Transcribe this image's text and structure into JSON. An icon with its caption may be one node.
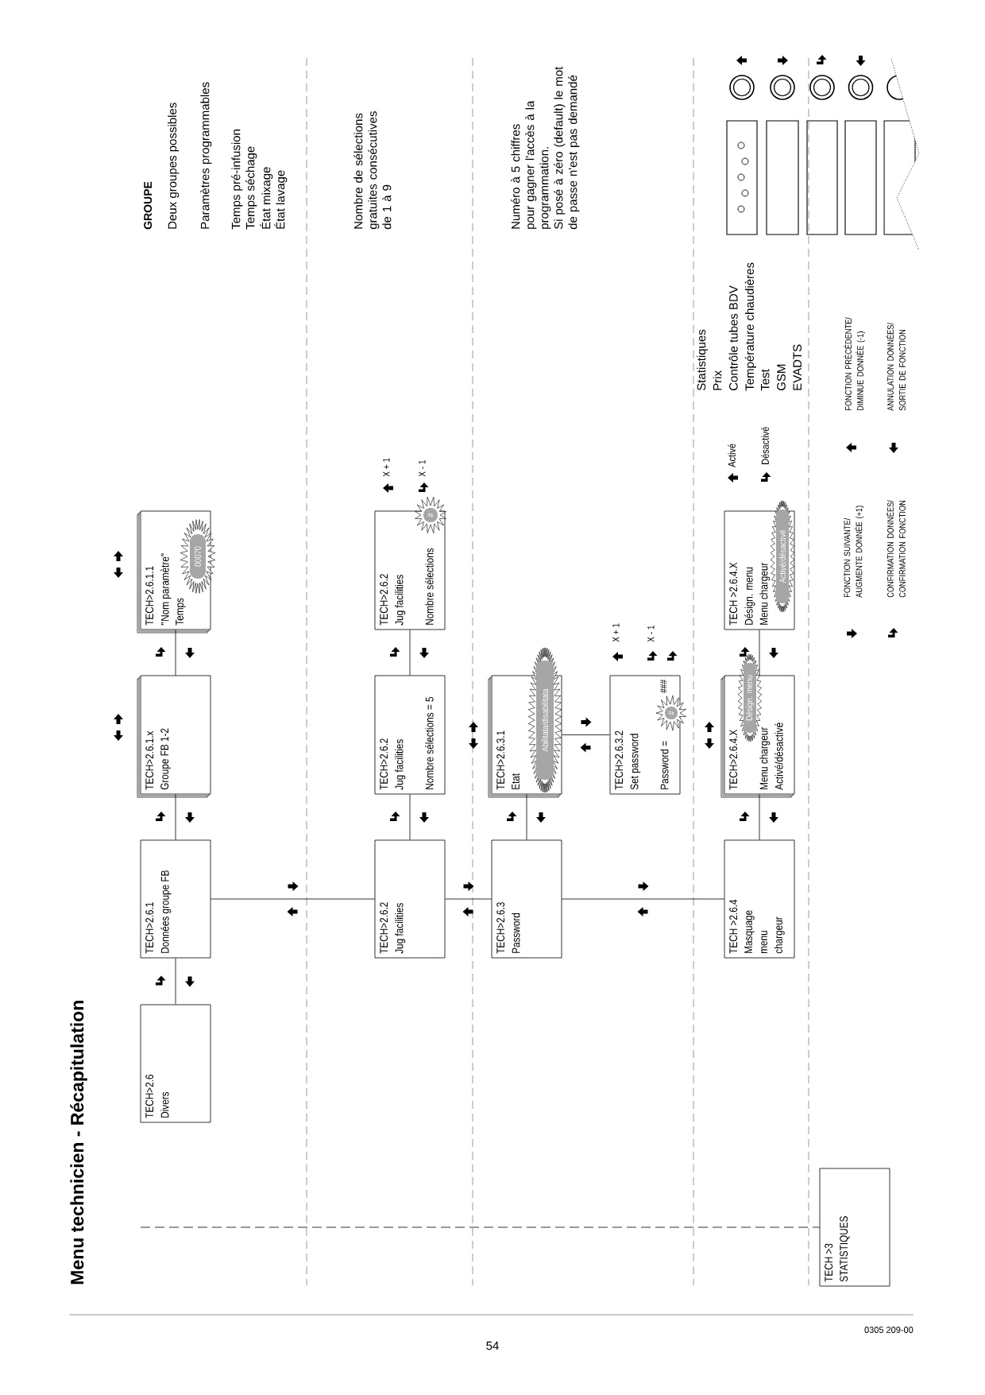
{
  "diagram": {
    "title": "Menu technicien - Récapitulation",
    "nodes": [
      {
        "text": [
          "TECH>2.6",
          "Divers"
        ]
      },
      {
        "text": [
          "TECH>2.6.1",
          "Données groupe FB"
        ]
      },
      {
        "text": [
          "TECH>2.6.1.x",
          "Groupe FB 1-2"
        ]
      },
      {
        "text": [
          "TECH>2.6.1.1",
          "\"Nom paramètre\"",
          "Temps"
        ]
      },
      {
        "text": [
          "00070"
        ]
      },
      {
        "text": [
          "TECH>2.6.2",
          "Jug facilities"
        ]
      },
      {
        "text": [
          "TECH>2.6.2",
          "Jug facilities",
          "Nombre sélections = 5"
        ]
      },
      {
        "text": [
          "TECH>2.6.2",
          "Jug facilities",
          "Nombre sélections"
        ]
      },
      {
        "text": [
          "#"
        ]
      },
      {
        "text": [
          "TECH>2.6.3",
          "Password"
        ]
      },
      {
        "text": [
          "TECH>2.6.3.1",
          "Etat"
        ]
      },
      {
        "text": [
          "Abilitata/disabilitata"
        ]
      },
      {
        "text": [
          "TECH>2.6.3.2",
          "Set password",
          "Password ="
        ]
      },
      {
        "text": [
          "#"
        ]
      },
      {
        "text": [
          "TECH >2.6.4",
          "Masquage menu chargeur"
        ]
      },
      {
        "text": [
          "TECH>2.6.4.X",
          "Menu chargeur",
          "Activé/désactivé"
        ]
      },
      {
        "text": [
          "Désign. menu"
        ]
      },
      {
        "text": [
          "TECH >2.6.4.X",
          "Désign. menu",
          "Menu chargeur"
        ]
      },
      {
        "text": [
          "Activé/désactivé"
        ]
      },
      {
        "text": [
          "TECH >3",
          "STATISTIQUES"
        ]
      }
    ],
    "edges": [
      {
        "from": 0,
        "to": 1,
        "arrow": "none"
      },
      {
        "from": 1,
        "to": 2,
        "arrow": "none"
      },
      {
        "from": 2,
        "to": 3,
        "arrow": "none"
      },
      {
        "from": 1,
        "to": 5,
        "arrow": "none"
      },
      {
        "from": 5,
        "to": 6,
        "arrow": "none"
      },
      {
        "from": 6,
        "to": 7,
        "arrow": "none"
      },
      {
        "from": 5,
        "to": 9,
        "arrow": "none"
      },
      {
        "from": 9,
        "to": 10,
        "arrow": "none"
      },
      {
        "from": 10,
        "to": 12,
        "arrow": "none"
      },
      {
        "from": 9,
        "to": 14,
        "arrow": "none"
      },
      {
        "from": 14,
        "to": 15,
        "arrow": "none"
      },
      {
        "from": 15,
        "to": 17,
        "arrow": "none"
      },
      {
        "from": null,
        "to": 19,
        "arrow": "none",
        "style": "dashed"
      }
    ],
    "labels": [
      "GROUPE",
      "Deux groupes possibles",
      "Paramètres programmables",
      "Temps pré-infusion",
      "Temps séchage",
      "État mixage",
      "État lavage",
      "Nombre de sélections gratuites consécutives de 1 à 9",
      "Numéro à 5 chiffres pour gagner l'accès à la programmation.",
      "Si posé à zéro (default) le mot de passe n'est pas demandé",
      "X + 1",
      "X - 1",
      "X + 1",
      "X - 1",
      "###",
      "Activé",
      "Désactivé",
      "Statistiques",
      "Prix",
      "Contrôle tubes BDV",
      "Température chaudières",
      "Test",
      "GSM",
      "EVADTS",
      "54",
      "0305 209-00"
    ],
    "legend": [
      {
        "text": "FONCTION SUIVANTE/ AUGMENTE DONNÉE (+1)"
      },
      {
        "text": "FONCTION PRÉCÉDENTE/ DIMINUE DONNÉE (-1)"
      },
      {
        "text": "CONFIRMATION DONNÉES/ CONFIRMATION FONCTION"
      },
      {
        "text": "ANNULATION DONNÉES/ SORTIE DE FONCTION"
      }
    ]
  }
}
